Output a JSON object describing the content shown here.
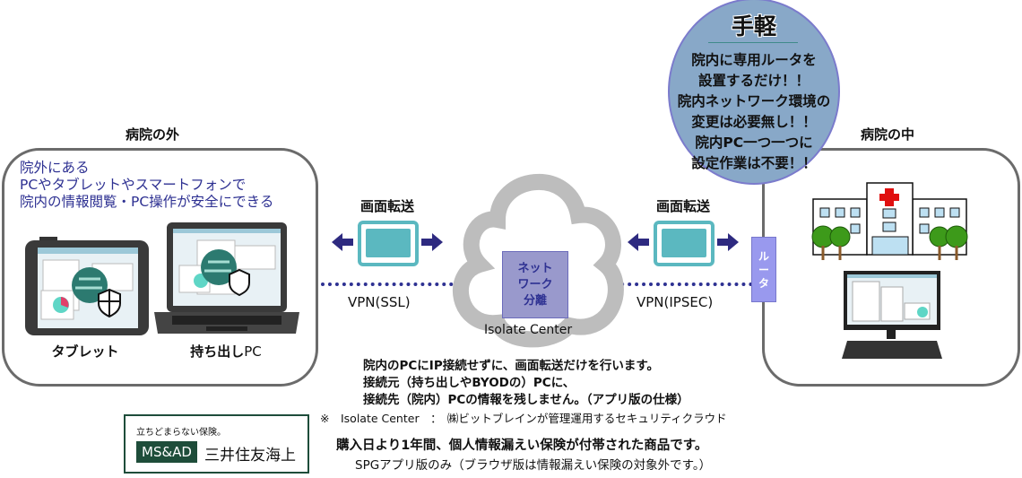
{
  "outside": {
    "title": "病院の外",
    "desc": [
      "院外にある",
      "PCやタブレットやスマートフォンで",
      "院内の情報閲覧・PC操作が安全にできる"
    ],
    "tablet_label": "タブレット",
    "laptop_label_a": "持ち出し",
    "laptop_label_b": "PC"
  },
  "inside": {
    "title": "病院の中"
  },
  "transfer_left": {
    "label": "画面転送",
    "vpn": "VPN(SSL)"
  },
  "transfer_right": {
    "label": "画面転送",
    "vpn": "VPN(IPSEC)"
  },
  "cloud": {
    "box": [
      "ネット",
      "ワーク",
      "分離"
    ],
    "name": "Isolate Center"
  },
  "router": {
    "label": [
      "ル",
      "ー",
      "タ"
    ]
  },
  "bubble": {
    "title": "手軽",
    "lines": [
      "院内に専用ルータを",
      "設置するだけ！！",
      "院内ネットワーク環境の",
      "変更は必要無し！！",
      "院内PC一つ一つに",
      "設定作業は不要！！"
    ]
  },
  "notes": {
    "line1": "院内のPCにIP接続せずに、画面転送だけを行います。",
    "line2": "接続元（持ち出しやBYODの）PCに、",
    "line3": "接続先（院内）PCの情報を残しません。（アプリ版の仕様）",
    "footnote": "※　Isolate Center　：　㈱ビットブレインが管理運用するセキュリティクラウド",
    "insurance": "購入日より1年間、個人情報漏えい保険が付帯された商品です。",
    "insurance_sub": "SPGアプリ版のみ（ブラウザ版は情報漏えい保険の対象外です。）"
  },
  "logo": {
    "tagline": "立ちどまらない保険。",
    "brand": "MS&AD",
    "company": "三井住友海上"
  },
  "colors": {
    "navy": "#2e3192",
    "teal": "#5bb8c0",
    "bubble": "#88a8c8",
    "netbox": "#9999cc",
    "router": "#9999ee",
    "logo_green": "#1e4d3a"
  }
}
